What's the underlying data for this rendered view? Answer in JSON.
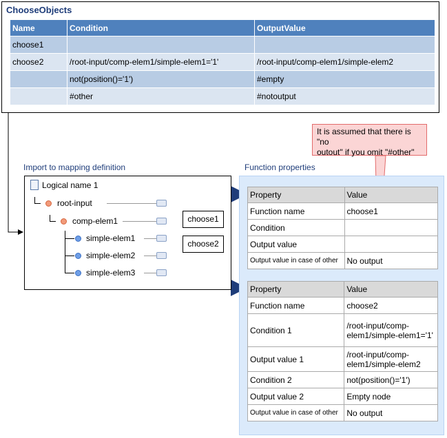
{
  "choose_objects": {
    "title": "ChooseObjects",
    "headers": [
      "Name",
      "Condition",
      "OutputValue"
    ],
    "rows": [
      [
        "choose1",
        "",
        ""
      ],
      [
        "choose2",
        "/root-input/comp-elem1/simple-elem1='1'",
        "/root-input/comp-elem1/simple-elem2"
      ],
      [
        "",
        "not(position()='1')",
        "#empty"
      ],
      [
        "",
        "#other",
        "#notoutput"
      ]
    ]
  },
  "callout": {
    "line1": "It is assumed that there is \"no",
    "line2": "outout\" if you omit \"#other\""
  },
  "import": {
    "label": "Import to mapping definition",
    "logical_name": "Logical name 1",
    "root": "root-input",
    "comp": "comp-elem1",
    "simple1": "simple-elem1",
    "simple2": "simple-elem2",
    "simple3": "simple-elem3"
  },
  "functions": {
    "choose1": "choose1",
    "choose2": "choose2"
  },
  "function_properties": {
    "label": "Function properties",
    "table1": {
      "headers": [
        "Property",
        "Value"
      ],
      "rows": [
        [
          "Function name",
          "choose1"
        ],
        [
          "Condition",
          ""
        ],
        [
          "Output value",
          ""
        ],
        [
          "Output value in case of other",
          "No output"
        ]
      ]
    },
    "table2": {
      "headers": [
        "Property",
        "Value"
      ],
      "rows": [
        [
          "Function name",
          "choose2"
        ],
        [
          "Condition 1",
          "/root-input/comp-elem1/simple-elem1='1'"
        ],
        [
          "Output value 1",
          "/root-input/comp-elem1/simple-elem2"
        ],
        [
          "Condition 2",
          "not(position()='1')"
        ],
        [
          "Output value 2",
          "Empty node"
        ],
        [
          "Output value in case of other",
          "No output"
        ]
      ]
    }
  },
  "colors": {
    "header_blue": "#4f81bd",
    "row_dark": "#b8cce4",
    "row_light": "#dbe5f1",
    "callout": "#fbd5d5",
    "panel_blue": "#dbeafb",
    "arrow_navy": "#1f3d7a"
  }
}
